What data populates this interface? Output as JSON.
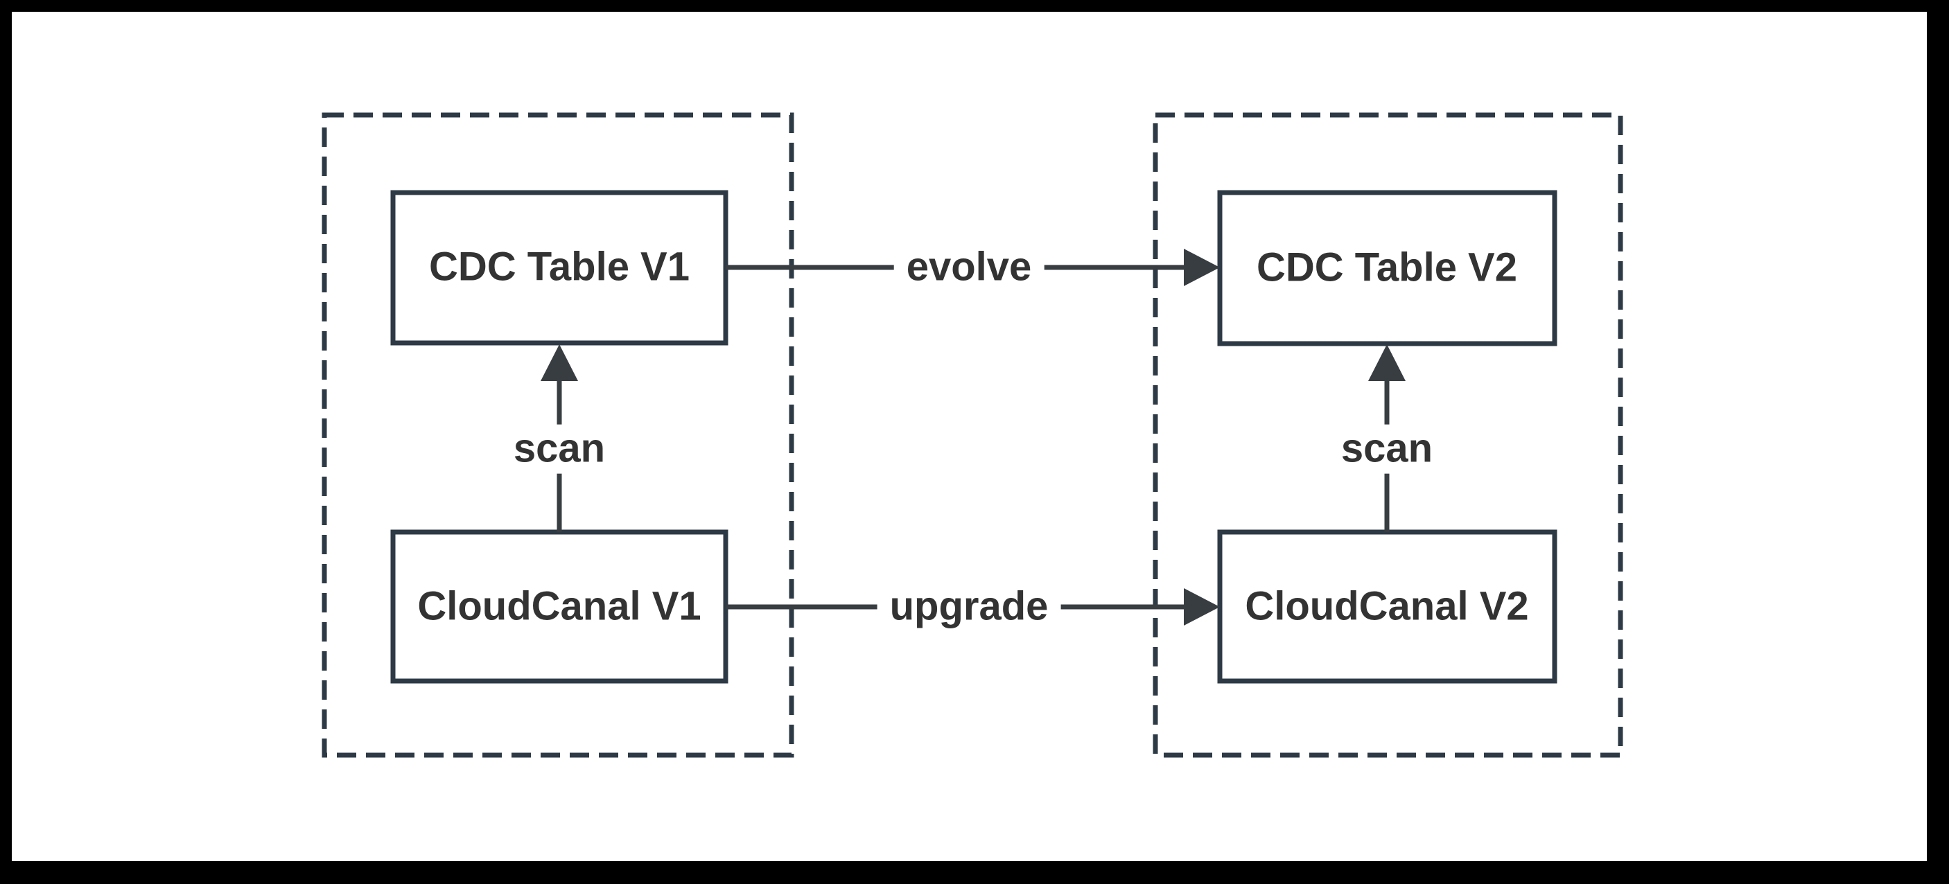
{
  "diagram": {
    "colors": {
      "frame": "#000000",
      "background": "#ffffff",
      "shape_stroke": "#2d3a45",
      "edge_line": "#383d42",
      "text": "#333333"
    },
    "groups": [
      {
        "id": "v1-environment"
      },
      {
        "id": "v2-environment"
      }
    ],
    "nodes": [
      {
        "id": "cdc-table-v1",
        "label": "CDC Table V1"
      },
      {
        "id": "cloudcanal-v1",
        "label": "CloudCanal V1"
      },
      {
        "id": "cdc-table-v2",
        "label": "CDC Table V2"
      },
      {
        "id": "cloudcanal-v2",
        "label": "CloudCanal V2"
      }
    ],
    "edges": [
      {
        "id": "scan-left",
        "label": "scan",
        "from": "CloudCanal V1",
        "to": "CDC Table V1"
      },
      {
        "id": "evolve",
        "label": "evolve",
        "from": "CDC Table V1",
        "to": "CDC Table V2"
      },
      {
        "id": "upgrade",
        "label": "upgrade",
        "from": "CloudCanal V1",
        "to": "CloudCanal V2"
      },
      {
        "id": "scan-right",
        "label": "scan",
        "from": "CloudCanal V2",
        "to": "CDC Table V2"
      }
    ]
  }
}
